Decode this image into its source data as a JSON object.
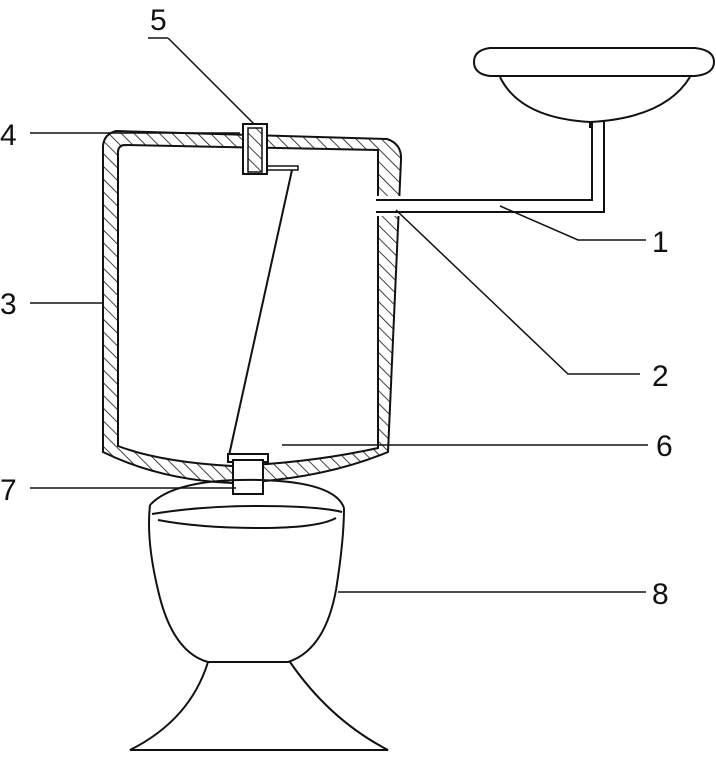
{
  "labels": [
    {
      "id": "1",
      "text": "1"
    },
    {
      "id": "2",
      "text": "2"
    },
    {
      "id": "3",
      "text": "3"
    },
    {
      "id": "4",
      "text": "4"
    },
    {
      "id": "5",
      "text": "5"
    },
    {
      "id": "6",
      "text": "6"
    },
    {
      "id": "7",
      "text": "7"
    },
    {
      "id": "8",
      "text": "8"
    }
  ],
  "colors": {
    "ink": "#111111",
    "paper": "#ffffff"
  }
}
